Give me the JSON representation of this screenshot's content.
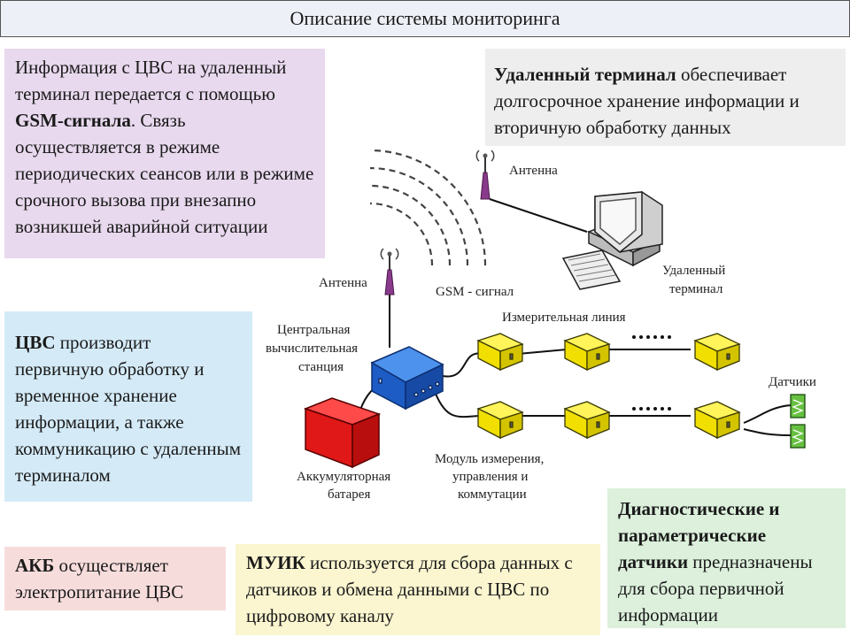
{
  "title": "Описание системы мониторинга",
  "boxes": {
    "gsm": {
      "t1": "Информация с ЦВС на удаленный терминал передается с помощью ",
      "b1": "GSM-сигнала",
      "t2": ". Связь осуществляется в режиме периодических сеансов или в режиме срочного вызова при внезапно возникшей аварийной ситуации"
    },
    "terminal": {
      "b1": "Удаленный терминал",
      "t1": " обеспечивает долгосрочное хранение информации и вторичную обработку данных"
    },
    "cvs": {
      "b1": "ЦВС",
      "t1": " производит первичную обработку и временное хранение информации, а также коммуникацию с удаленным терминалом"
    },
    "akb": {
      "b1": "АКБ",
      "t1": " осуществляет электропитание ЦВС"
    },
    "muik": {
      "b1": "МУИК",
      "t1": " используется для сбора данных с датчиков и обмена данными с ЦВС по цифровому каналу"
    },
    "sensors": {
      "b1": "Диагностические и параметрические датчики",
      "t1": " предназначены для сбора первичной информации"
    }
  },
  "labels": {
    "antenna_top": "Антенна",
    "antenna_left": "Антенна",
    "gsm_signal": "GSM - сигнал",
    "remote_terminal_1": "Удаленный",
    "remote_terminal_2": "терминал",
    "central_1": "Центральная",
    "central_2": "вычислительная",
    "central_3": "станция",
    "measure_line": "Измерительная линия",
    "sensors": "Датчики",
    "battery_1": "Аккумуляторная",
    "battery_2": "батарея",
    "module_1": "Модуль измерения,",
    "module_2": "управления и",
    "module_3": "коммутации"
  },
  "colors": {
    "station": "#1f5fc8",
    "battery": "#e02020",
    "module": "#f0e000",
    "sensor": "#66c040",
    "antenna": "#8a3a8a"
  }
}
